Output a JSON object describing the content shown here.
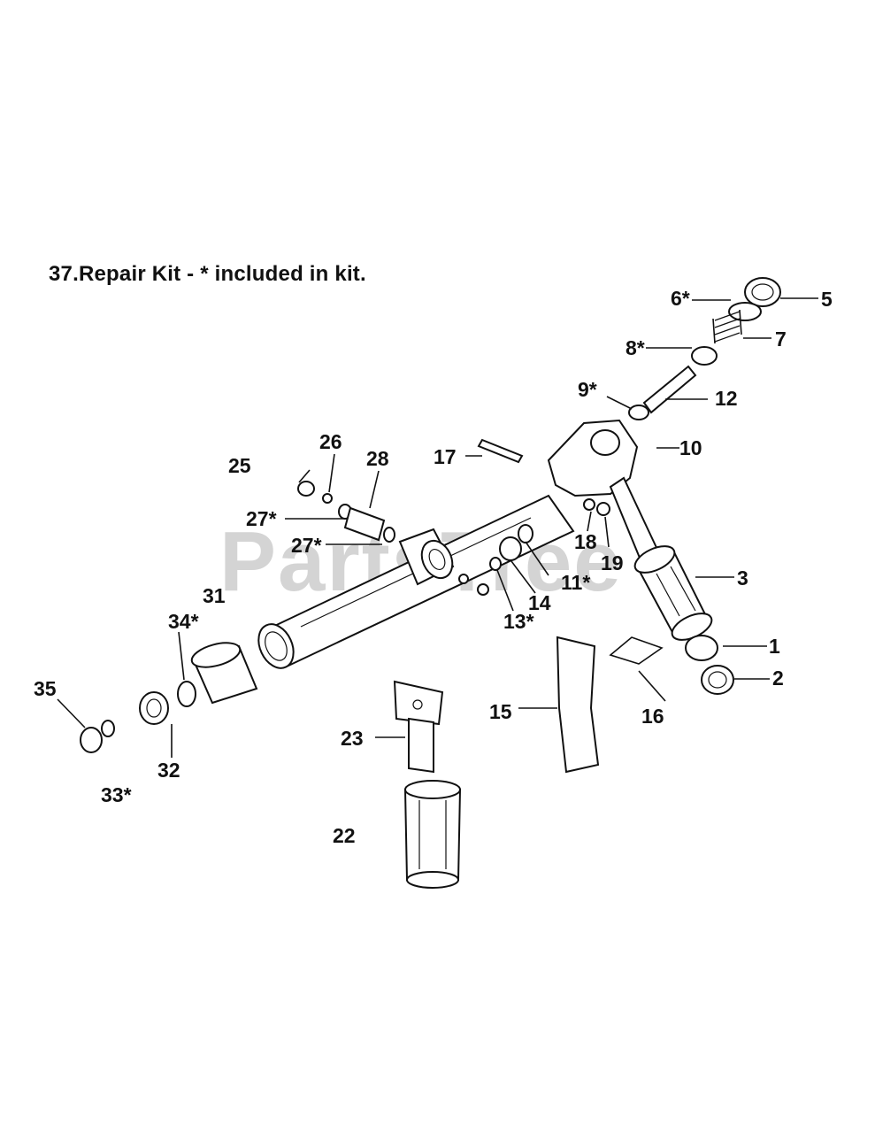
{
  "kit_title": "37.Repair Kit - * included in kit.",
  "watermark": "PartsTree",
  "labels": {
    "p1": "1",
    "p2": "2",
    "p3": "3",
    "p5": "5",
    "p6": "6*",
    "p7": "7",
    "p8": "8*",
    "p9": "9*",
    "p10": "10",
    "p11": "11*",
    "p12": "12",
    "p13": "13*",
    "p14": "14",
    "p15": "15",
    "p16": "16",
    "p17": "17",
    "p18": "18",
    "p19": "19",
    "p22": "22",
    "p23": "23",
    "p25": "25",
    "p26": "26",
    "p27a": "27*",
    "p27b": "27*",
    "p28": "28",
    "p31": "31",
    "p32": "32",
    "p33": "33*",
    "p34": "34*",
    "p35": "35"
  }
}
